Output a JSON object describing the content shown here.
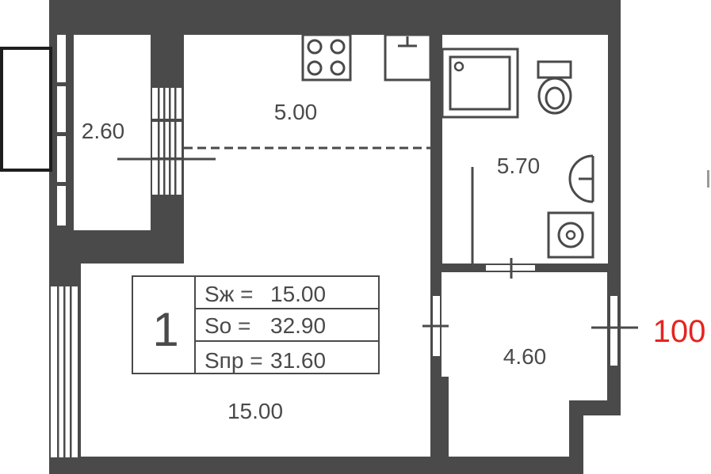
{
  "plan": {
    "apartment_number": "1",
    "unit_number": "100",
    "colors": {
      "wall": "#4a4a4a",
      "floor": "#ffffff",
      "line": "#4a4a4a",
      "unit_number": "#e52421"
    },
    "rooms": [
      {
        "id": "loggia",
        "area": "2.60"
      },
      {
        "id": "kitchen",
        "area": "5.00"
      },
      {
        "id": "bathroom",
        "area": "5.70"
      },
      {
        "id": "living-room",
        "area": "15.00"
      },
      {
        "id": "hallway",
        "area": "4.60"
      }
    ],
    "area_table": [
      {
        "label": "Sж =",
        "value": "15.00"
      },
      {
        "label": "So =",
        "value": "32.90"
      },
      {
        "label": "Sпр =",
        "value": "31.60"
      }
    ],
    "fixtures": [
      "stove-icon",
      "sink-icon",
      "shower-icon",
      "toilet-icon",
      "washbasin-icon",
      "washer-icon"
    ]
  }
}
